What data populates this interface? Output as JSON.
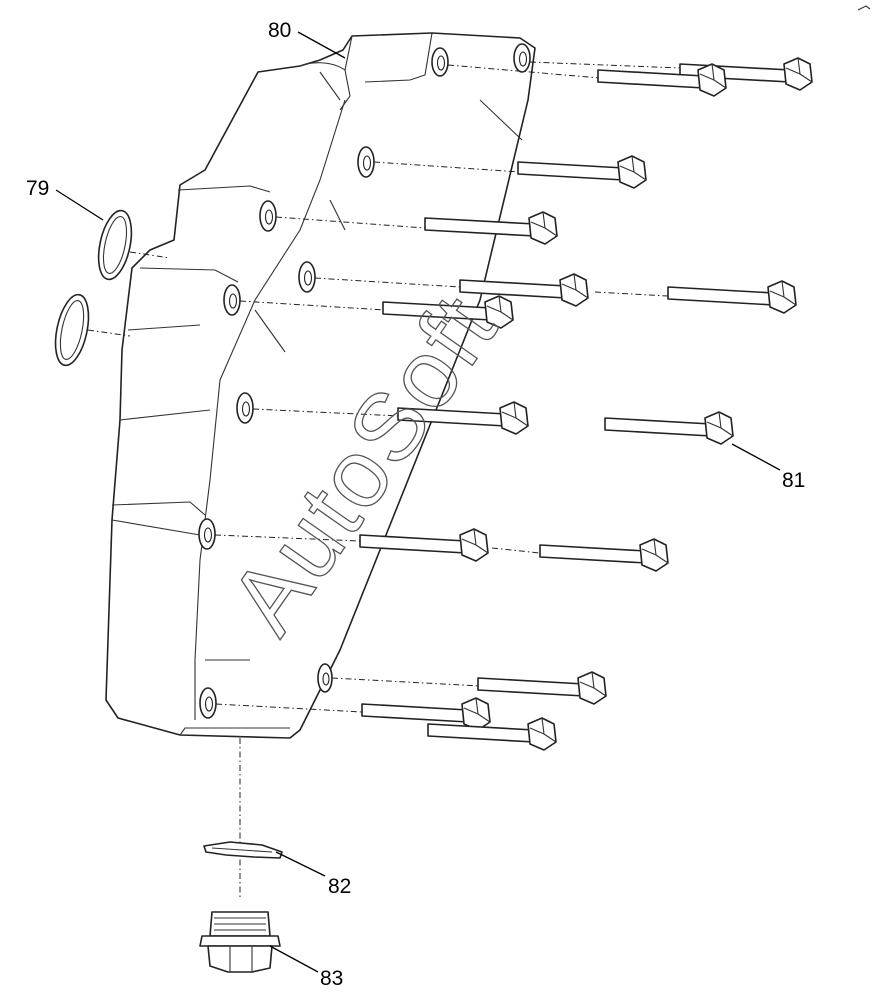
{
  "diagram": {
    "callouts": {
      "p79": "79",
      "p80": "80",
      "p81": "81",
      "p82": "82",
      "p83": "83"
    },
    "watermark": "AutoSoft",
    "colors": {
      "line": "#222222",
      "background": "#ffffff",
      "watermark_stroke": "#555555"
    }
  }
}
